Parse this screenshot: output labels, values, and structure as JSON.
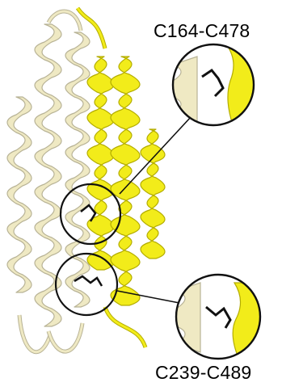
{
  "labels": {
    "top": "C164-C478",
    "bottom": "C239-C489"
  },
  "colors": {
    "background": "#ffffff",
    "pale_chain": "#efe9c3",
    "pale_chain_outline": "#b8b396",
    "yellow_chain": "#f2ec1a",
    "yellow_chain_outline": "#b3ac00",
    "disulfide": "#111111",
    "circle_stroke": "#111111"
  },
  "callouts": [
    {
      "name": "C164-C478",
      "label_ref": "top"
    },
    {
      "name": "C239-C489",
      "label_ref": "bottom"
    }
  ]
}
